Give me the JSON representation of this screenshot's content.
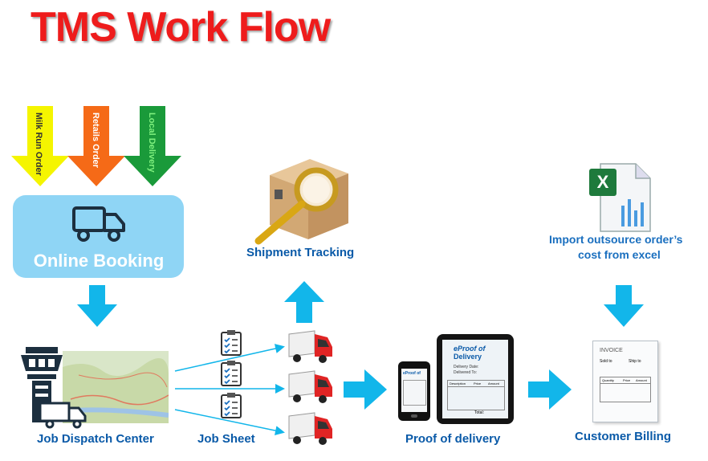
{
  "title": "TMS Work Flow",
  "order_sources": [
    "Milk Run Order",
    "Retails Order",
    "Local Delivery"
  ],
  "booking_label": "Online Booking",
  "labels": {
    "job_dispatch": "Job Dispatch Center",
    "job_sheet": "Job Sheet",
    "shipment_tracking": "Shipment Tracking",
    "proof_of_delivery": "Proof of delivery",
    "import_excel_line1": "Import outsource order’s",
    "import_excel_line2": "cost from excel",
    "customer_billing": "Customer Billing"
  },
  "pod_card": {
    "brand": "eProof of",
    "brand2": "Delivery",
    "delivery_date": "Delivery Date:",
    "delivered_to": "Delivered To:",
    "cols": [
      "Description",
      "Price",
      "Amount"
    ],
    "total": "Total:"
  },
  "invoice": {
    "title": "INVOICE",
    "sold_to": "Sold to",
    "ship_to": "Ship to",
    "cols": [
      "Quantity",
      "Price",
      "Amount"
    ]
  },
  "colors": {
    "title": "#ee1c1c",
    "label_blue": "#0a5aa8",
    "flow_arrow": "#12b6ea",
    "booking_bg": "#8fd5f5",
    "arrow_yellow": "#f5f500",
    "arrow_orange": "#f56a17",
    "arrow_green": "#1a9a3a"
  }
}
